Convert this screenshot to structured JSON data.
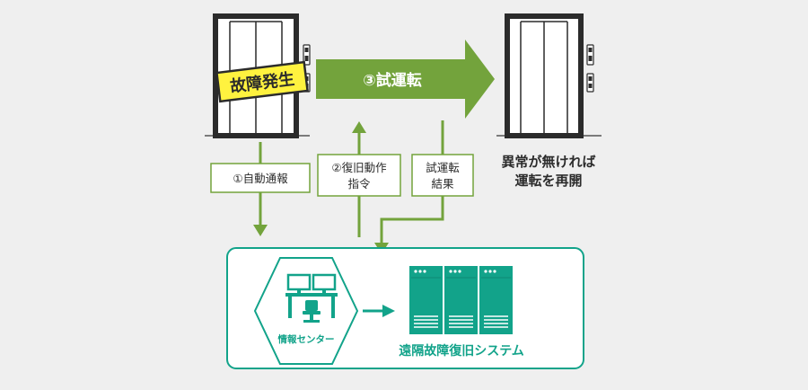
{
  "labels": {
    "failure": "故障発生",
    "trial_run": "③試運転",
    "auto_report": "①自動通報",
    "restore_cmd_line1": "②復旧動作",
    "restore_cmd_line2": "指令",
    "trial_result_line1": "試運転",
    "trial_result_line2": "結果",
    "resume_line1": "異常が無ければ",
    "resume_line2": "運転を再開",
    "info_center": "情報センター",
    "system_name": "遠隔故障復旧システム"
  },
  "colors": {
    "green": "#73a33c",
    "teal": "#12a38a",
    "teal_dark": "#0e8a74",
    "yellow": "#fff23f",
    "dark": "#2b2b2b",
    "background": "#efefef"
  }
}
